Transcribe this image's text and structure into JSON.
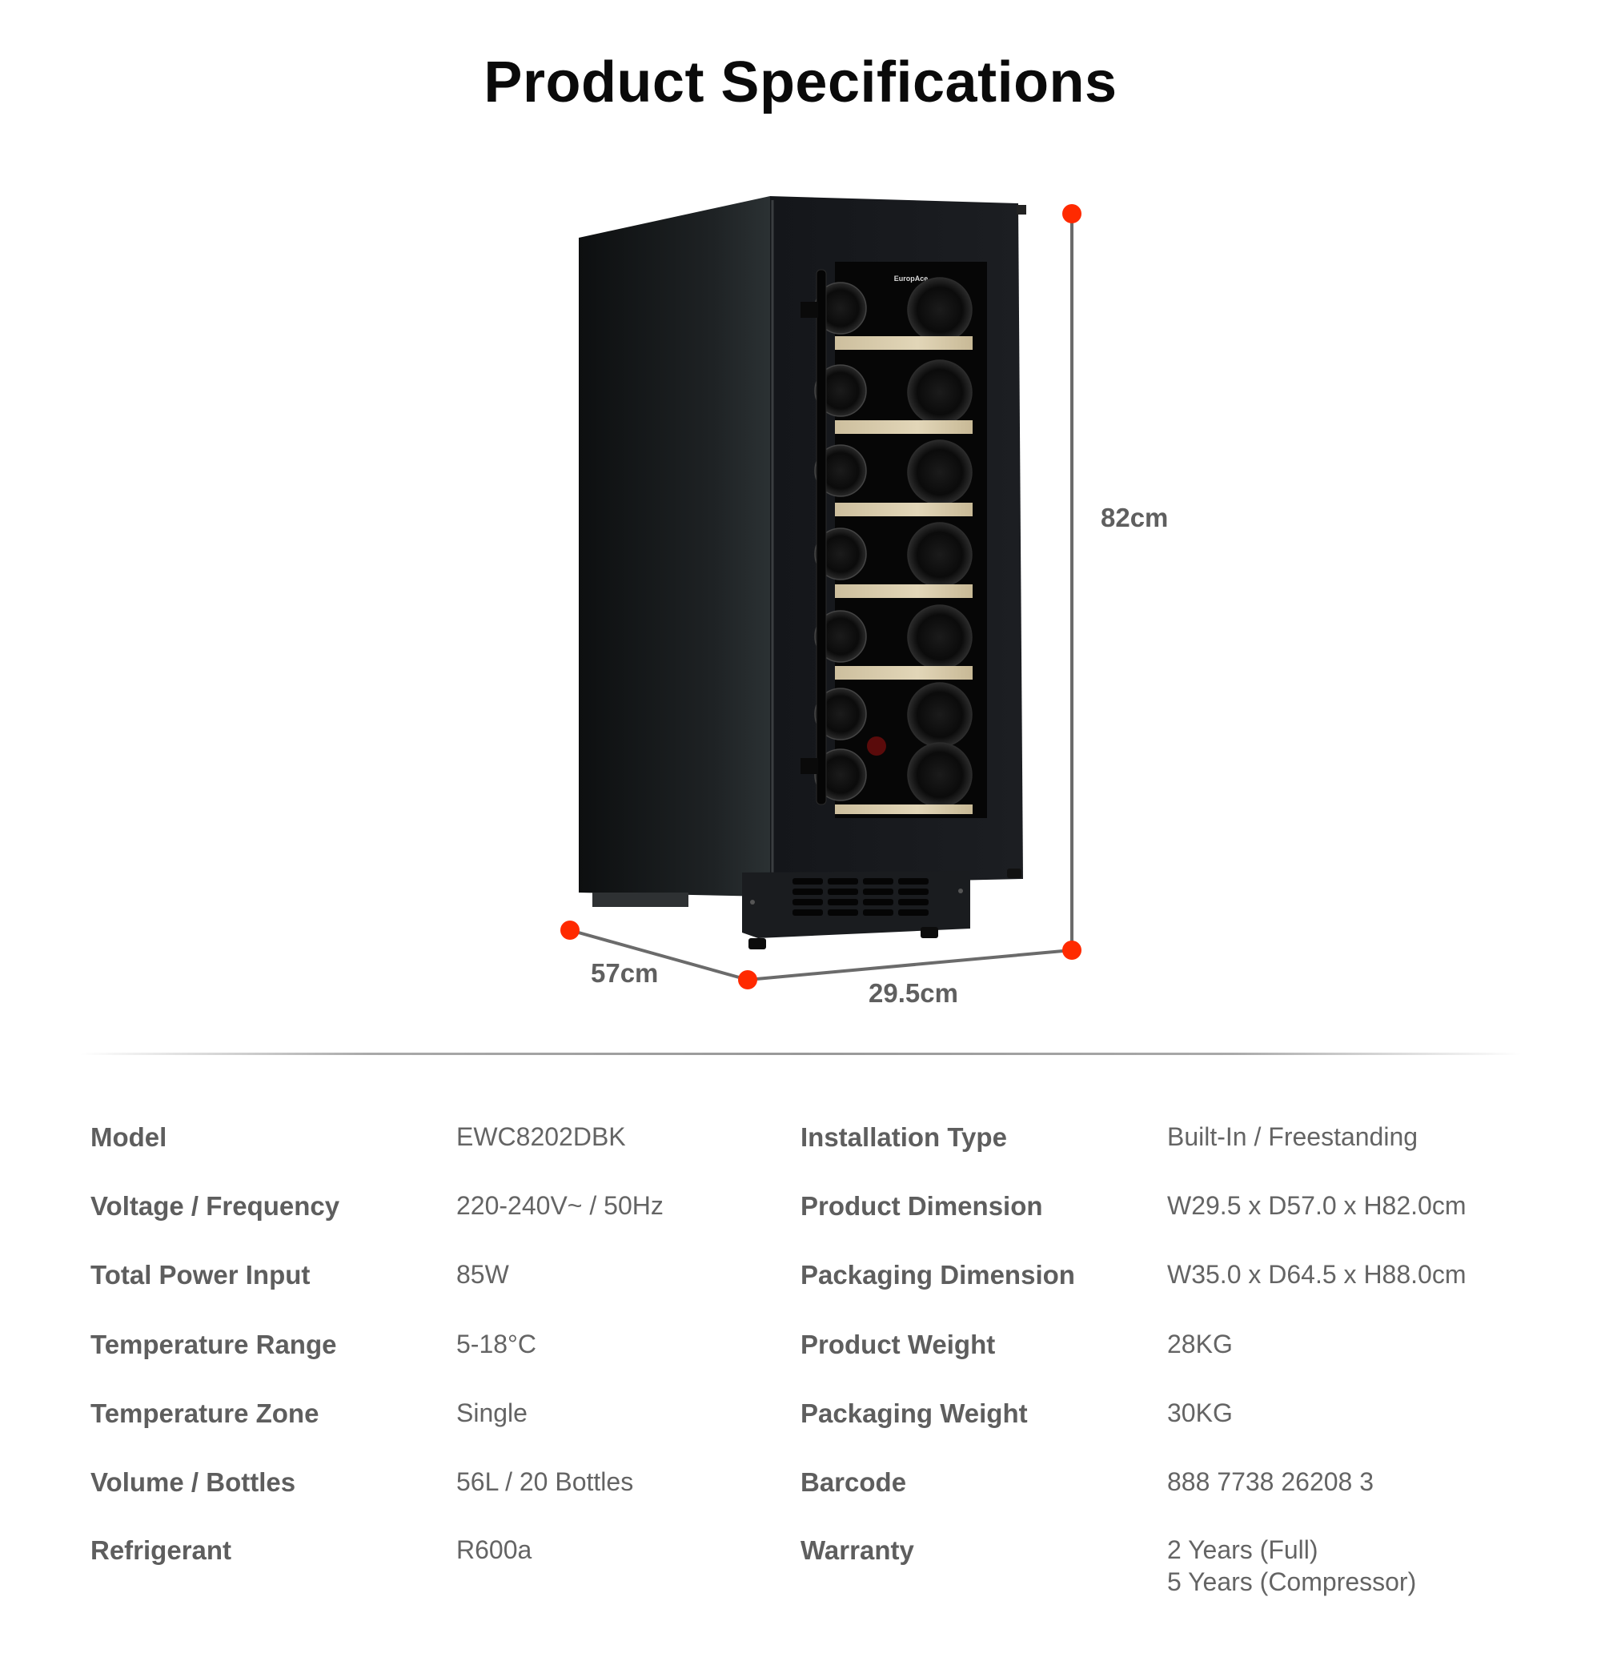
{
  "header": {
    "title": "Product Specifications"
  },
  "product_image": {
    "brand_label": "EuropAce",
    "dimensions": {
      "depth": "57cm",
      "width": "29.5cm",
      "height": "82cm"
    },
    "marker_color": "#ff2a00",
    "line_color": "#6b6b6b"
  },
  "specs": {
    "left": [
      {
        "label": "Model",
        "value": "EWC8202DBK"
      },
      {
        "label": "Voltage / Frequency",
        "value": "220-240V~ / 50Hz"
      },
      {
        "label": "Total Power Input",
        "value": "85W"
      },
      {
        "label": "Temperature Range",
        "value": "5-18°C"
      },
      {
        "label": "Temperature Zone",
        "value": "Single"
      },
      {
        "label": "Volume / Bottles",
        "value": "56L / 20 Bottles"
      },
      {
        "label": "Refrigerant",
        "value": "R600a"
      }
    ],
    "right": [
      {
        "label": "Installation Type",
        "value": "Built-In / Freestanding"
      },
      {
        "label": "Product Dimension",
        "value": "W29.5 x D57.0 x H82.0cm"
      },
      {
        "label": "Packaging Dimension",
        "value": "W35.0 x D64.5 x H88.0cm"
      },
      {
        "label": "Product Weight",
        "value": "28KG"
      },
      {
        "label": "Packaging Weight",
        "value": "30KG"
      },
      {
        "label": "Barcode",
        "value": "888 7738 26208 3"
      },
      {
        "label": "Warranty",
        "value": "2 Years (Full)",
        "value_line2": "5 Years (Compressor)"
      }
    ]
  }
}
